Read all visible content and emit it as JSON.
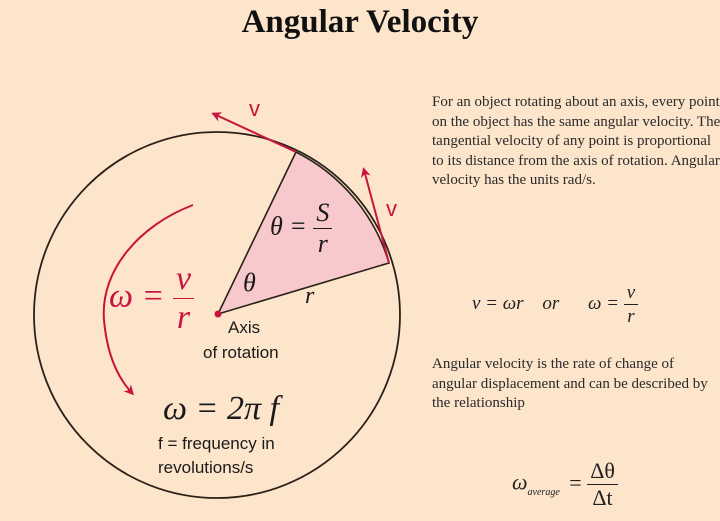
{
  "title": "Angular Velocity",
  "colors": {
    "background": "#fde5cc",
    "accent_red": "#c8143c",
    "sector_fill": "#f8c9cc",
    "circle_stroke": "#2a2218",
    "text": "#1a1a1a"
  },
  "diagram": {
    "velocity_label_top": "v",
    "velocity_label_right": "v",
    "sector_formula": {
      "lhs": "θ =",
      "num": "S",
      "den": "r"
    },
    "angle_label": "θ",
    "radius_label": "r",
    "omega_formula": {
      "lhs": "ω =",
      "num": "v",
      "den": "r"
    },
    "axis_label_line1": "Axis",
    "axis_label_line2": "of rotation",
    "frequency_formula": "ω = 2π f",
    "frequency_note_line1": "f = frequency in",
    "frequency_note_line2": "revolutions/s"
  },
  "text": {
    "paragraph1": "For an object rotating about an axis, every point on the object has the same angular velocity. The tangential velocity of any point is proportional to its distance from the axis of rotation. Angular velocity has the units rad/s.",
    "relation": {
      "eq1": "v = ωr",
      "or": "or",
      "eq2_lhs": "ω =",
      "eq2_num": "v",
      "eq2_den": "r"
    },
    "paragraph2": "Angular velocity is the rate of change of angular displacement and can be described by the relationship",
    "average_formula": {
      "lhs": "ω",
      "subscript": "average",
      "eq": "=",
      "num": "Δθ",
      "den": "Δt"
    }
  }
}
